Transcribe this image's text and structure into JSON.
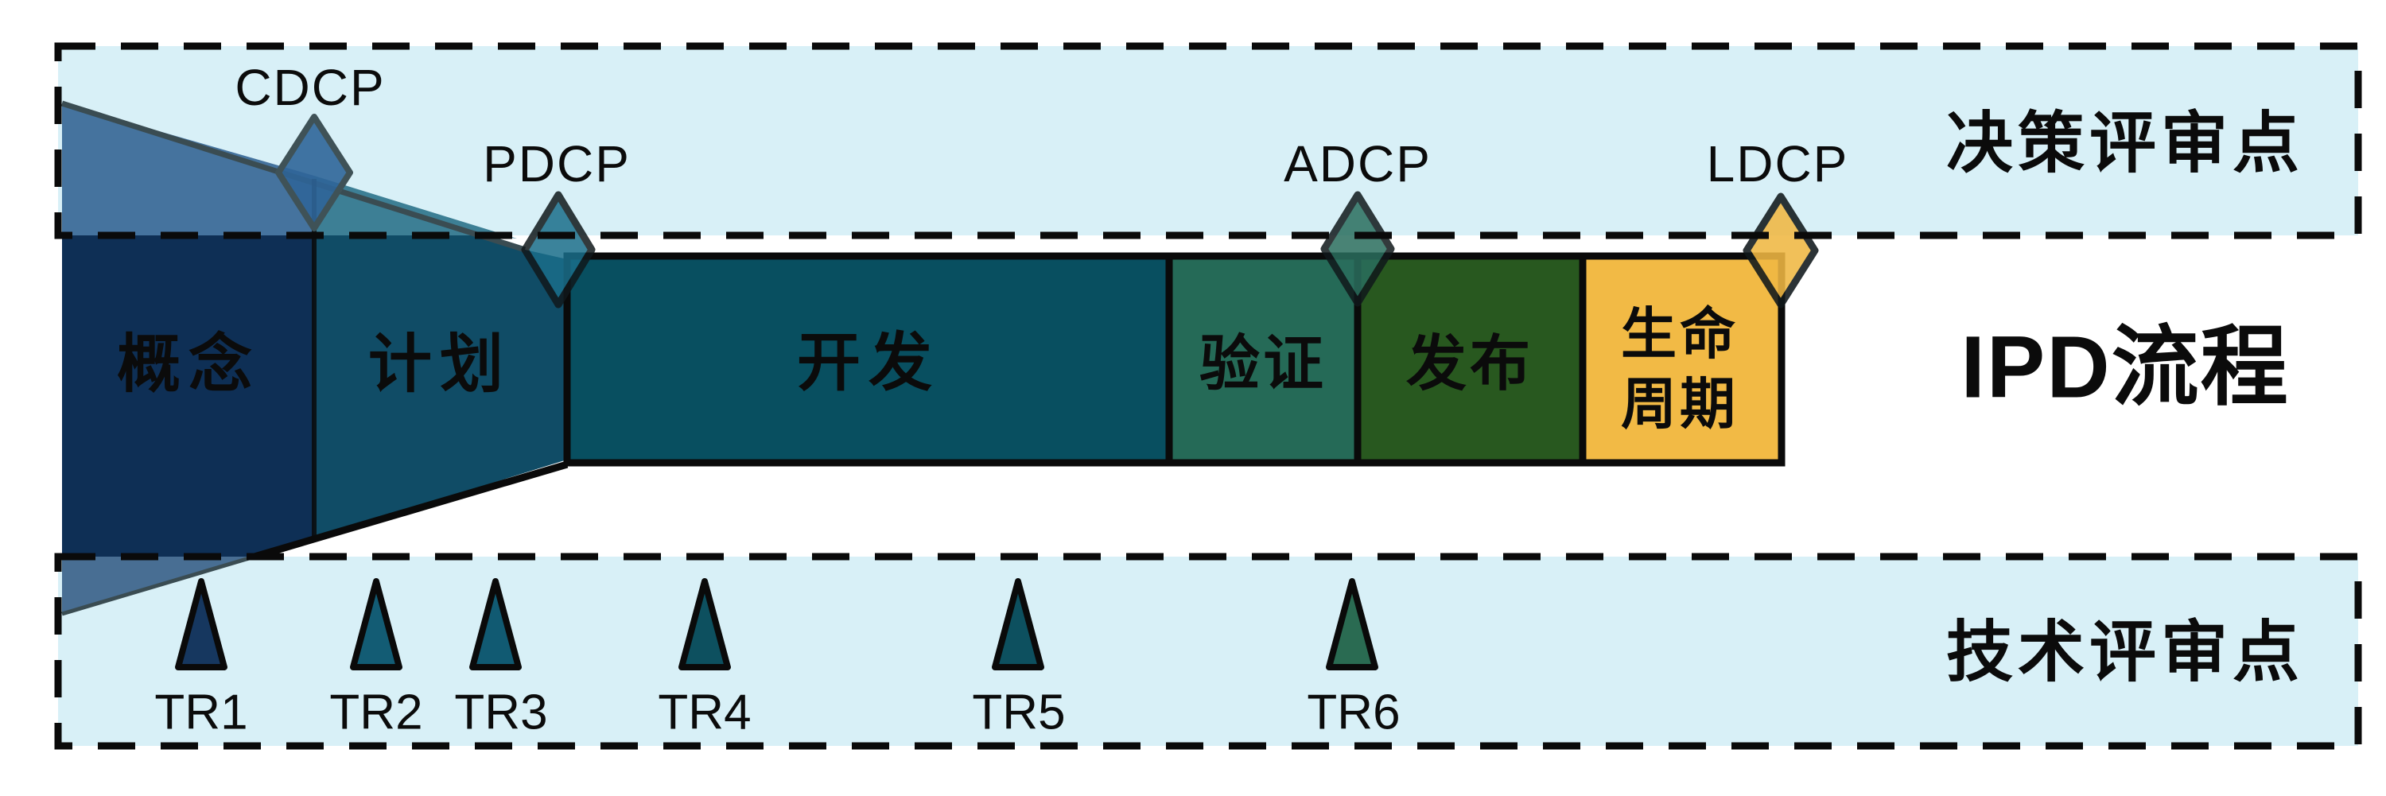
{
  "title": "IPD流程",
  "decision_band": {
    "title": "决策评审点",
    "points": [
      {
        "label": "CDCP"
      },
      {
        "label": "PDCP"
      },
      {
        "label": "ADCP"
      },
      {
        "label": "LDCP"
      }
    ]
  },
  "technical_band": {
    "title": "技术评审点",
    "points": [
      {
        "label": "TR1"
      },
      {
        "label": "TR2"
      },
      {
        "label": "TR3"
      },
      {
        "label": "TR4"
      },
      {
        "label": "TR5"
      },
      {
        "label": "TR6"
      }
    ]
  },
  "phases": [
    {
      "label": "概念"
    },
    {
      "label": "计划"
    },
    {
      "label": "开发"
    },
    {
      "label": "验证"
    },
    {
      "label": "发布"
    },
    {
      "label": "生命周期",
      "line1": "生命",
      "line2": "周期"
    }
  ],
  "colors": {
    "band_fill": "#D8F0F7",
    "funnel_steel": "#45739E",
    "funnel_teal_wash": "#3D7F95",
    "concept_fill": "#0E2F55",
    "concept_wash": "#486E93",
    "plan_fill": "#104C66",
    "dev_fill": "#084F60",
    "verify_fill": "#256A57",
    "release_fill": "#28581F",
    "lifecycle_fill": "#F2BA45",
    "cdcp_fill": "#2F6598",
    "pdcp_fill": "#1A6E8A",
    "adcp_fill": "#2A6E5E",
    "ldcp_fill": "#F0B843",
    "tr1_fill": "#16375F",
    "tr2_fill": "#135C74",
    "tr3_fill": "#115A72",
    "tr4_fill": "#0D505F",
    "tr5_fill": "#0D505F",
    "tr6_fill": "#2A6B52",
    "muted_label": "#767C82"
  }
}
